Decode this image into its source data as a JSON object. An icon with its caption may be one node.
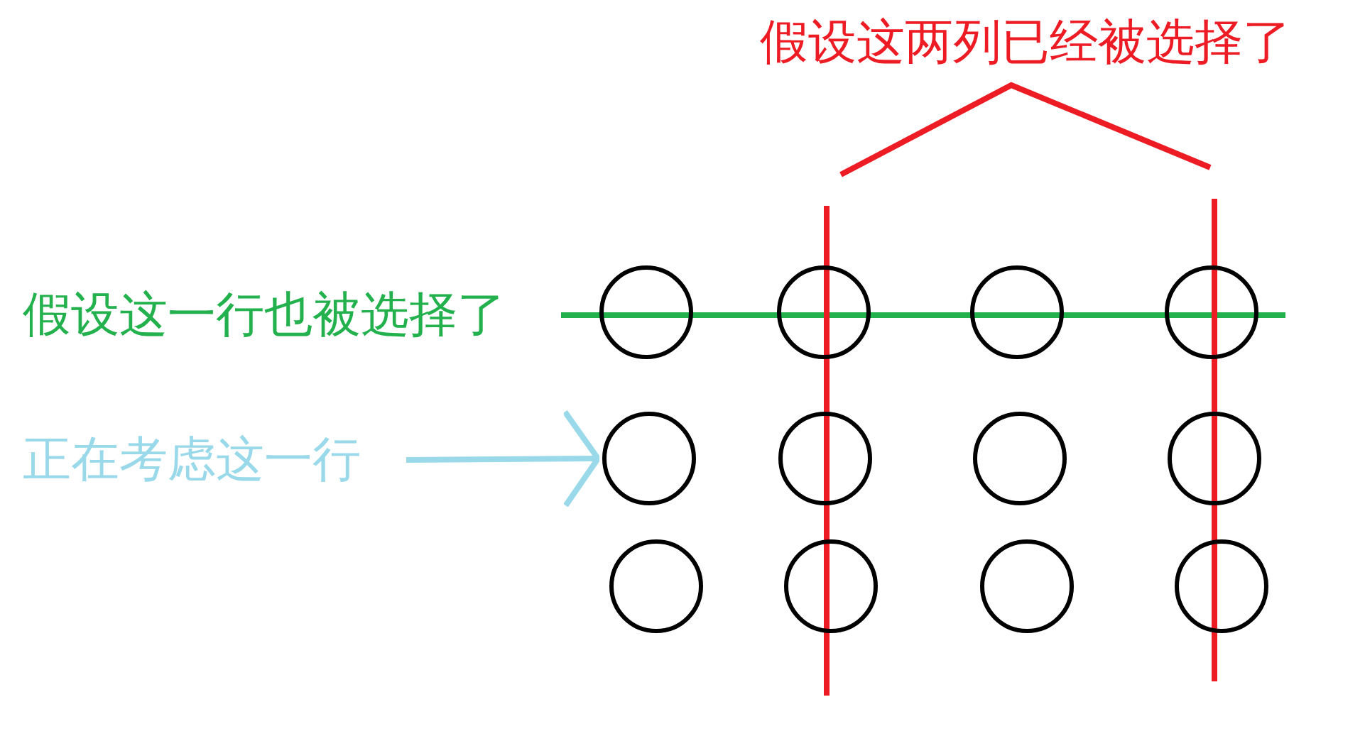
{
  "diagram": {
    "nodes": [
      {
        "text": [],
        "shape": "circle"
      },
      {
        "text": [],
        "shape": "circle"
      },
      {
        "text": [],
        "shape": "circle"
      },
      {
        "text": [],
        "shape": "circle"
      },
      {
        "text": [
          "正在考虑这一行"
        ]
      },
      {
        "text": [],
        "shape": "circle"
      },
      {
        "text": [],
        "shape": "circle"
      },
      {
        "text": [],
        "shape": "circle"
      },
      {
        "text": [],
        "shape": "circle"
      },
      {
        "text": [],
        "shape": "circle"
      },
      {
        "text": [],
        "shape": "circle"
      },
      {
        "text": [],
        "shape": "circle"
      },
      {
        "text": [],
        "shape": "circle"
      }
    ],
    "edges": [
      {
        "from": 4,
        "to": 5,
        "arrow": "to"
      }
    ],
    "labels": [
      "假设这两列已经被选择了",
      "假设这一行也被选择了"
    ]
  }
}
